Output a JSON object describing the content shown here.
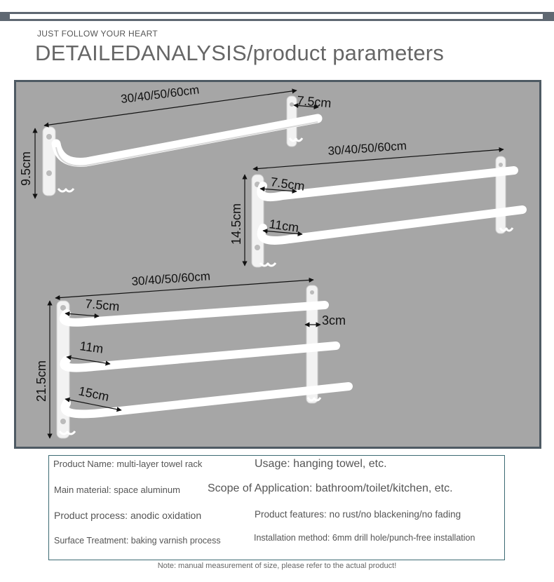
{
  "header": {
    "tagline": "JUST FOLLOW YOUR HEART",
    "title": "DETAILEDANALYSIS/product parameters"
  },
  "product_image": {
    "labels": {
      "rack1_length": "30/40/50/60cm",
      "rack1_depth": "7.5cm",
      "rack1_height": "9.5cm",
      "rack2_length": "30/40/50/60cm",
      "rack2_depth1": "7.5cm",
      "rack2_depth2": "11cm",
      "rack2_height": "14.5cm",
      "rack3_length": "30/40/50/60cm",
      "rack3_depth1": "7.5cm",
      "rack3_depth2": "11m",
      "rack3_depth3": "15cm",
      "rack3_spacing": "3cm",
      "rack3_height": "21.5cm"
    }
  },
  "parameters": {
    "product_name": "Product Name: multi-layer towel rack",
    "usage": "Usage: hanging towel, etc.",
    "main_material": "Main material: space aluminum",
    "scope": "Scope of Application: bathroom/toilet/kitchen, etc.",
    "process": "Product process: anodic oxidation",
    "features": "Product features: no rust/no blackening/no fading",
    "surface": "Surface Treatment: baking varnish process",
    "installation": "Installation method: 6mm drill hole/punch-free installation"
  },
  "note": "Note: manual measurement of size, please refer to the actual product!",
  "colors": {
    "panel_bg": "#a6a6a6",
    "panel_border": "#4e5a63",
    "table_border": "#3c6a73"
  }
}
